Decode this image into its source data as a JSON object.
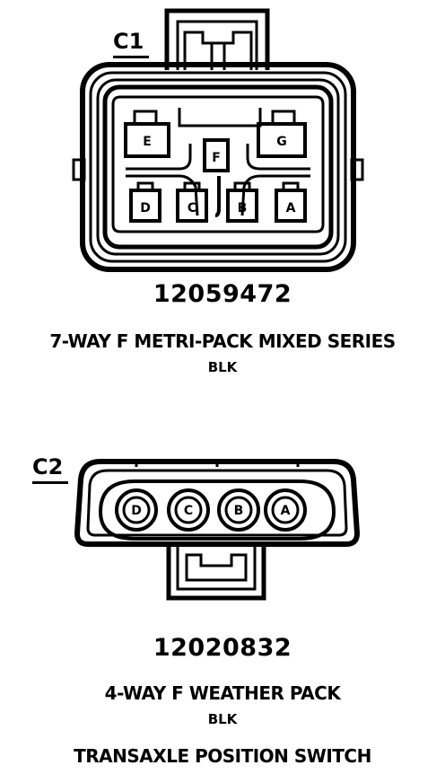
{
  "connectors": [
    {
      "id": "C1",
      "part_number": "12059472",
      "description": "7-WAY F METRI-PACK MIXED SERIES",
      "color": "BLK",
      "terminals": [
        "A",
        "B",
        "C",
        "D",
        "E",
        "F",
        "G"
      ]
    },
    {
      "id": "C2",
      "part_number": "12020832",
      "description": "4-WAY F WEATHER PACK",
      "color": "BLK",
      "terminals": [
        "A",
        "B",
        "C",
        "D"
      ]
    }
  ],
  "component": "TRANSAXLE POSITION SWITCH"
}
